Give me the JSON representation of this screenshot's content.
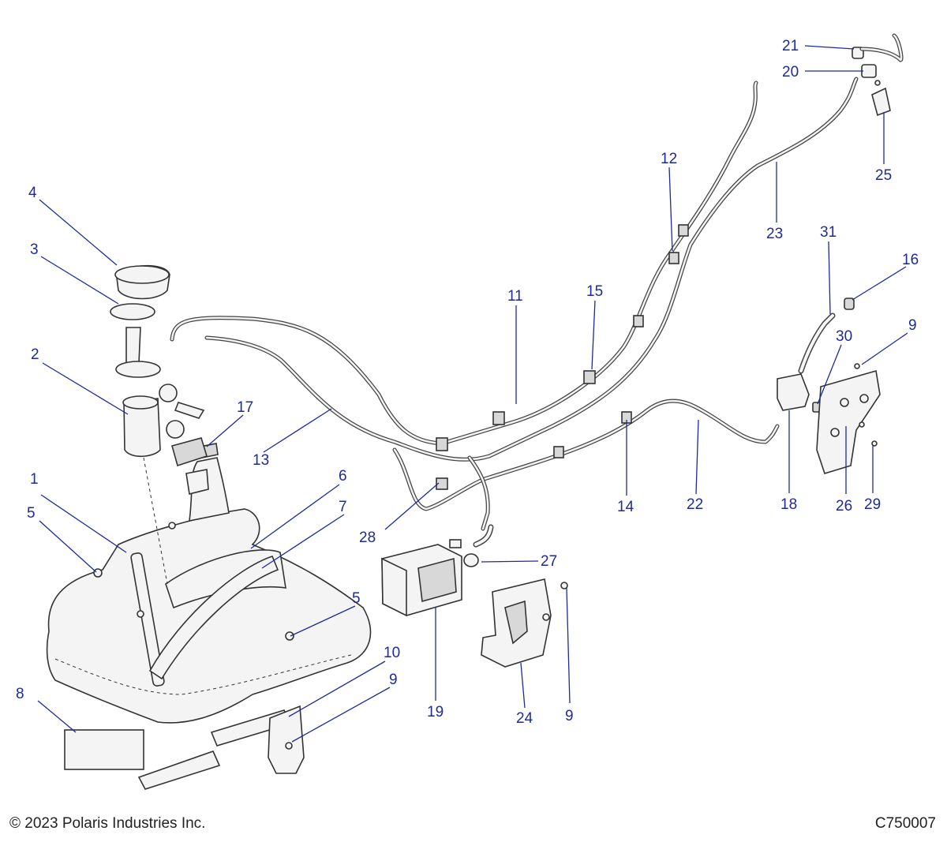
{
  "callouts": {
    "c1": "1",
    "c2": "2",
    "c3": "3",
    "c4": "4",
    "c5a": "5",
    "c5b": "5",
    "c6": "6",
    "c7": "7",
    "c8": "8",
    "c9a": "9",
    "c9b": "9",
    "c9c": "9",
    "c10": "10",
    "c11": "11",
    "c12": "12",
    "c13": "13",
    "c14": "14",
    "c15": "15",
    "c16": "16",
    "c17": "17",
    "c18": "18",
    "c19": "19",
    "c20": "20",
    "c21": "21",
    "c22": "22",
    "c23": "23",
    "c24": "24",
    "c25": "25",
    "c26": "26",
    "c27": "27",
    "c28": "28",
    "c29": "29",
    "c30": "30",
    "c31": "31"
  },
  "footer": {
    "copyright": "© 2023 Polaris Industries Inc.",
    "drawing_code": "C750007"
  },
  "colors": {
    "callout": "#1f2a9c",
    "outline": "#333333",
    "fill": "#f4f4f4"
  }
}
